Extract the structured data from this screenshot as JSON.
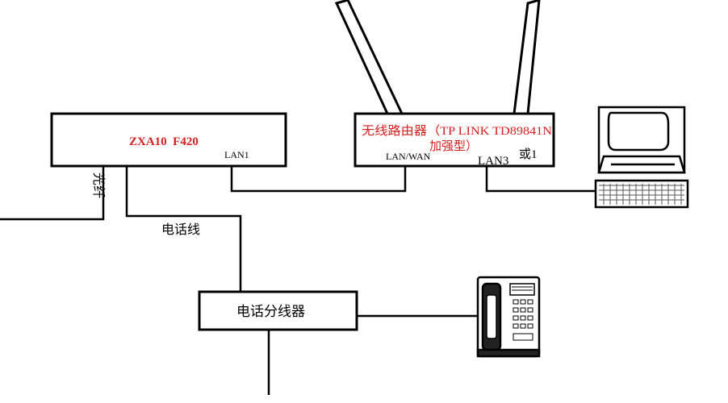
{
  "onu": {
    "model": "ZXA10  F420",
    "port_lan1": "LAN1"
  },
  "router": {
    "title_line1": "无线路由器（TP LINK TD89841N",
    "title_line2": "加强型）",
    "port_wan": "LAN/WAN",
    "port_lan_a": "LAN3",
    "port_lan_b": "或1"
  },
  "cables": {
    "fiber": "光纤",
    "phone_line": "电话线"
  },
  "splitter": {
    "label": "电话分线器"
  },
  "colors": {
    "router_title": "#d42020",
    "onu_title": "#d42020",
    "line": "#000000"
  }
}
